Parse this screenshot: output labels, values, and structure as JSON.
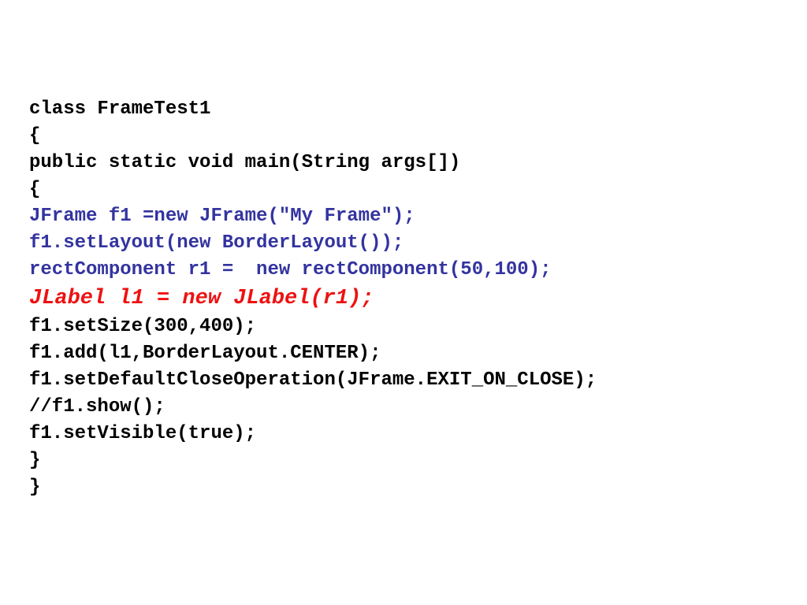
{
  "colors": {
    "default": "#000000",
    "blue": "#3333a0",
    "red": "#ee1111"
  },
  "lines": [
    {
      "text": "class FrameTest1",
      "color": "default",
      "style": "normal"
    },
    {
      "text": "{",
      "color": "default",
      "style": "normal"
    },
    {
      "text": "public static void main(String args[])",
      "color": "default",
      "style": "normal"
    },
    {
      "text": "{",
      "color": "default",
      "style": "normal"
    },
    {
      "text": "JFrame f1 =new JFrame(\"My Frame\");",
      "color": "blue",
      "style": "normal"
    },
    {
      "text": "f1.setLayout(new BorderLayout());",
      "color": "blue",
      "style": "normal"
    },
    {
      "text": "rectComponent r1 =  new rectComponent(50,100);",
      "color": "blue",
      "style": "normal"
    },
    {
      "text": "JLabel l1 = new JLabel(r1);",
      "color": "red",
      "style": "italic-large"
    },
    {
      "text": "f1.setSize(300,400);",
      "color": "default",
      "style": "normal"
    },
    {
      "text": "f1.add(l1,BorderLayout.CENTER);",
      "color": "default",
      "style": "normal"
    },
    {
      "text": "f1.setDefaultCloseOperation(JFrame.EXIT_ON_CLOSE);",
      "color": "default",
      "style": "normal"
    },
    {
      "text": "//f1.show();",
      "color": "default",
      "style": "normal"
    },
    {
      "text": "f1.setVisible(true);",
      "color": "default",
      "style": "normal"
    },
    {
      "text": "}",
      "color": "default",
      "style": "normal"
    },
    {
      "text": "}",
      "color": "default",
      "style": "normal"
    }
  ]
}
